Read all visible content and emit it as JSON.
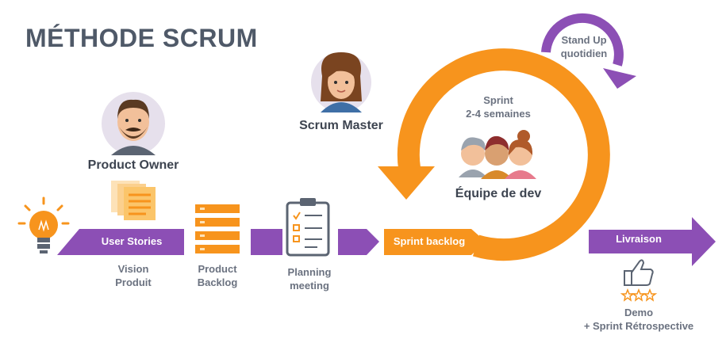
{
  "title": "MÉTHODE SCRUM",
  "roles": {
    "product_owner": "Product Owner",
    "scrum_master": "Scrum Master",
    "dev_team": "Équipe de dev"
  },
  "steps": {
    "user_stories": "User Stories",
    "vision": [
      "Vision",
      "Produit"
    ],
    "product_backlog": [
      "Product",
      "Backlog"
    ],
    "planning": [
      "Planning",
      "meeting"
    ],
    "sprint_backlog": "Sprint backlog",
    "livraison": "Livraison"
  },
  "sprint": [
    "Sprint",
    "2-4 semaines"
  ],
  "standup": [
    "Stand Up",
    "quotidien"
  ],
  "demo": [
    "Demo",
    "+ Sprint Rétrospective"
  ],
  "colors": {
    "purple": "#8c4fb5",
    "orange": "#f7941d",
    "title": "#4f5968",
    "text": "#3d4450",
    "subtext": "#6b7280"
  }
}
